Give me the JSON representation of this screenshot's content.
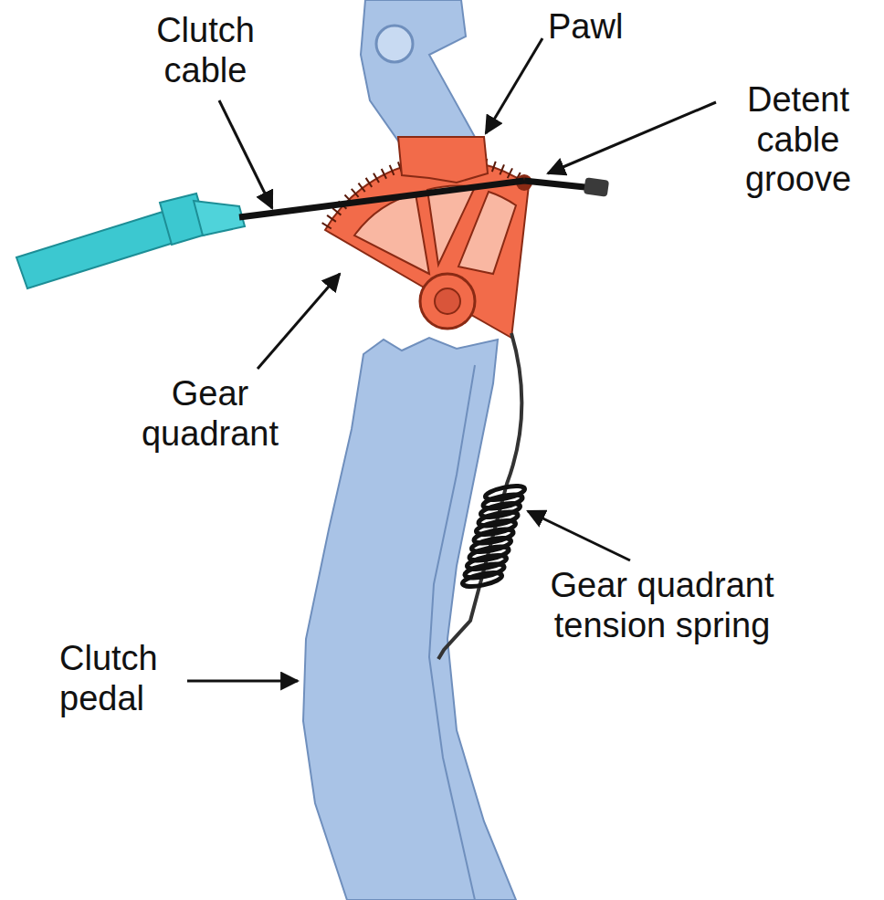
{
  "diagram": {
    "labels": [
      "Clutch cable",
      "Pawl",
      "Detent cable groove",
      "Gear quadrant",
      "Gear quadrant tension spring",
      "Clutch pedal"
    ]
  }
}
